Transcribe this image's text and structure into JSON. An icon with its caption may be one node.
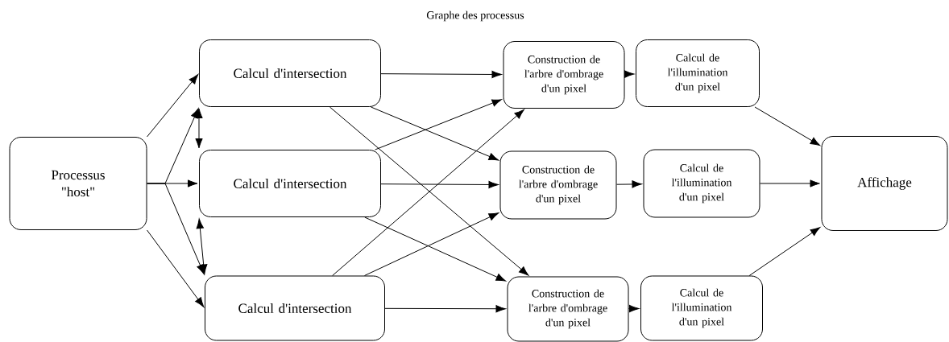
{
  "diagram": {
    "title": "Graphe des processus",
    "nodes": [
      {
        "text": [
          "Processus \"host\""
        ]
      },
      {
        "text": [
          "Calcul d'intersection"
        ]
      },
      {
        "text": [
          "Calcul d'intersection"
        ]
      },
      {
        "text": [
          "Calcul d'intersection"
        ]
      },
      {
        "text": [
          "Construction de l'arbre d'ombrage d'un pixel"
        ]
      },
      {
        "text": [
          "Calcul de l'illumination d'un pixel"
        ]
      },
      {
        "text": [
          "Construction de l'arbre d'ombrage d'un pixel"
        ]
      },
      {
        "text": [
          "Calcul de l'illumination d'un pixel"
        ]
      },
      {
        "text": [
          "Construction de l'arbre d'ombrage d'un pixel"
        ]
      },
      {
        "text": [
          "Calcul de l'illumination d'un pixel"
        ]
      },
      {
        "text": [
          "Affichage"
        ]
      }
    ],
    "edges": [
      {
        "from": 0,
        "to": 1,
        "arrow": "to"
      },
      {
        "from": 0,
        "to": 1,
        "arrow": "to"
      },
      {
        "from": 0,
        "to": 2,
        "arrow": "to"
      },
      {
        "from": 0,
        "to": 3,
        "arrow": "to"
      },
      {
        "from": 0,
        "to": 3,
        "arrow": "to"
      },
      {
        "from": 1,
        "to": 2,
        "arrow": "both"
      },
      {
        "from": 2,
        "to": 3,
        "arrow": "both"
      },
      {
        "from": 1,
        "to": 4,
        "arrow": "to"
      },
      {
        "from": 1,
        "to": 6,
        "arrow": "to"
      },
      {
        "from": 1,
        "to": 8,
        "arrow": "to"
      },
      {
        "from": 2,
        "to": 4,
        "arrow": "to"
      },
      {
        "from": 2,
        "to": 6,
        "arrow": "to"
      },
      {
        "from": 2,
        "to": 8,
        "arrow": "to"
      },
      {
        "from": 3,
        "to": 4,
        "arrow": "to"
      },
      {
        "from": 3,
        "to": 6,
        "arrow": "to"
      },
      {
        "from": 3,
        "to": 8,
        "arrow": "to"
      },
      {
        "from": 4,
        "to": 5,
        "arrow": "to"
      },
      {
        "from": 6,
        "to": 7,
        "arrow": "to"
      },
      {
        "from": 8,
        "to": 9,
        "arrow": "to"
      },
      {
        "from": 5,
        "to": 10,
        "arrow": "to"
      },
      {
        "from": 7,
        "to": 10,
        "arrow": "to"
      },
      {
        "from": 9,
        "to": 10,
        "arrow": "to"
      }
    ]
  }
}
